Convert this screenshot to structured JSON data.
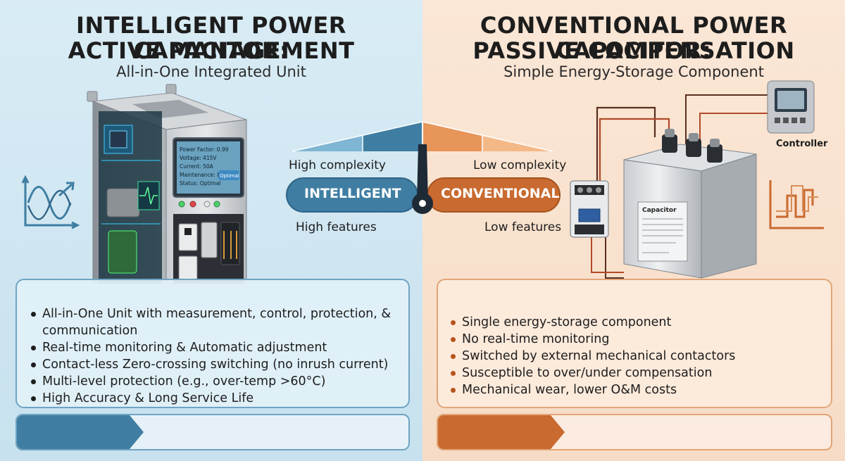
{
  "left": {
    "title_line1": "INTELLIGENT POWER CAPACITOR:",
    "title_line2": "ACTIVE MANAGEMENT",
    "subtitle": "All-in-One Integrated Unit",
    "screen_lines": [
      "Power Factor: 0.99",
      "Voltage: 415V",
      "Current: 50A",
      "Maintenance: Low",
      "Status: Optimal"
    ],
    "screen_badge": "Optimal",
    "features": [
      "All-in-One Unit with measurement, control, protection, & communication",
      "Real-time monitoring & Automatic adjustment",
      "Contact-less Zero-crossing switching (no inrush current)",
      "Multi-level protection (e.g., over-temp >60°C)",
      "High Accuracy & Long Service Life"
    ],
    "colors": {
      "accent": "#3f7ea2",
      "panel": "#d9ecf5"
    }
  },
  "right": {
    "title_line1": "CONVENTIONAL POWER CAPACITOR:",
    "title_line2": "PASSIVE COMPENSATION",
    "subtitle": "Simple Energy-Storage Component",
    "controller_label": "Controller",
    "capacitor_label": "Capacitor",
    "features": [
      "Single energy-storage component",
      "No real-time monitoring",
      "Switched by external mechanical contactors",
      "Susceptible to over/under compensation",
      "Mechanical wear, lower O&M costs"
    ],
    "colors": {
      "accent": "#c96a30",
      "panel": "#fbe7d6"
    }
  },
  "gauge": {
    "left_pill": "INTELLIGENT",
    "right_pill": "CONVENTIONAL",
    "high_complexity": "High complexity",
    "low_complexity": "Low complexity",
    "high_features": "High features",
    "low_features": "Low features"
  }
}
